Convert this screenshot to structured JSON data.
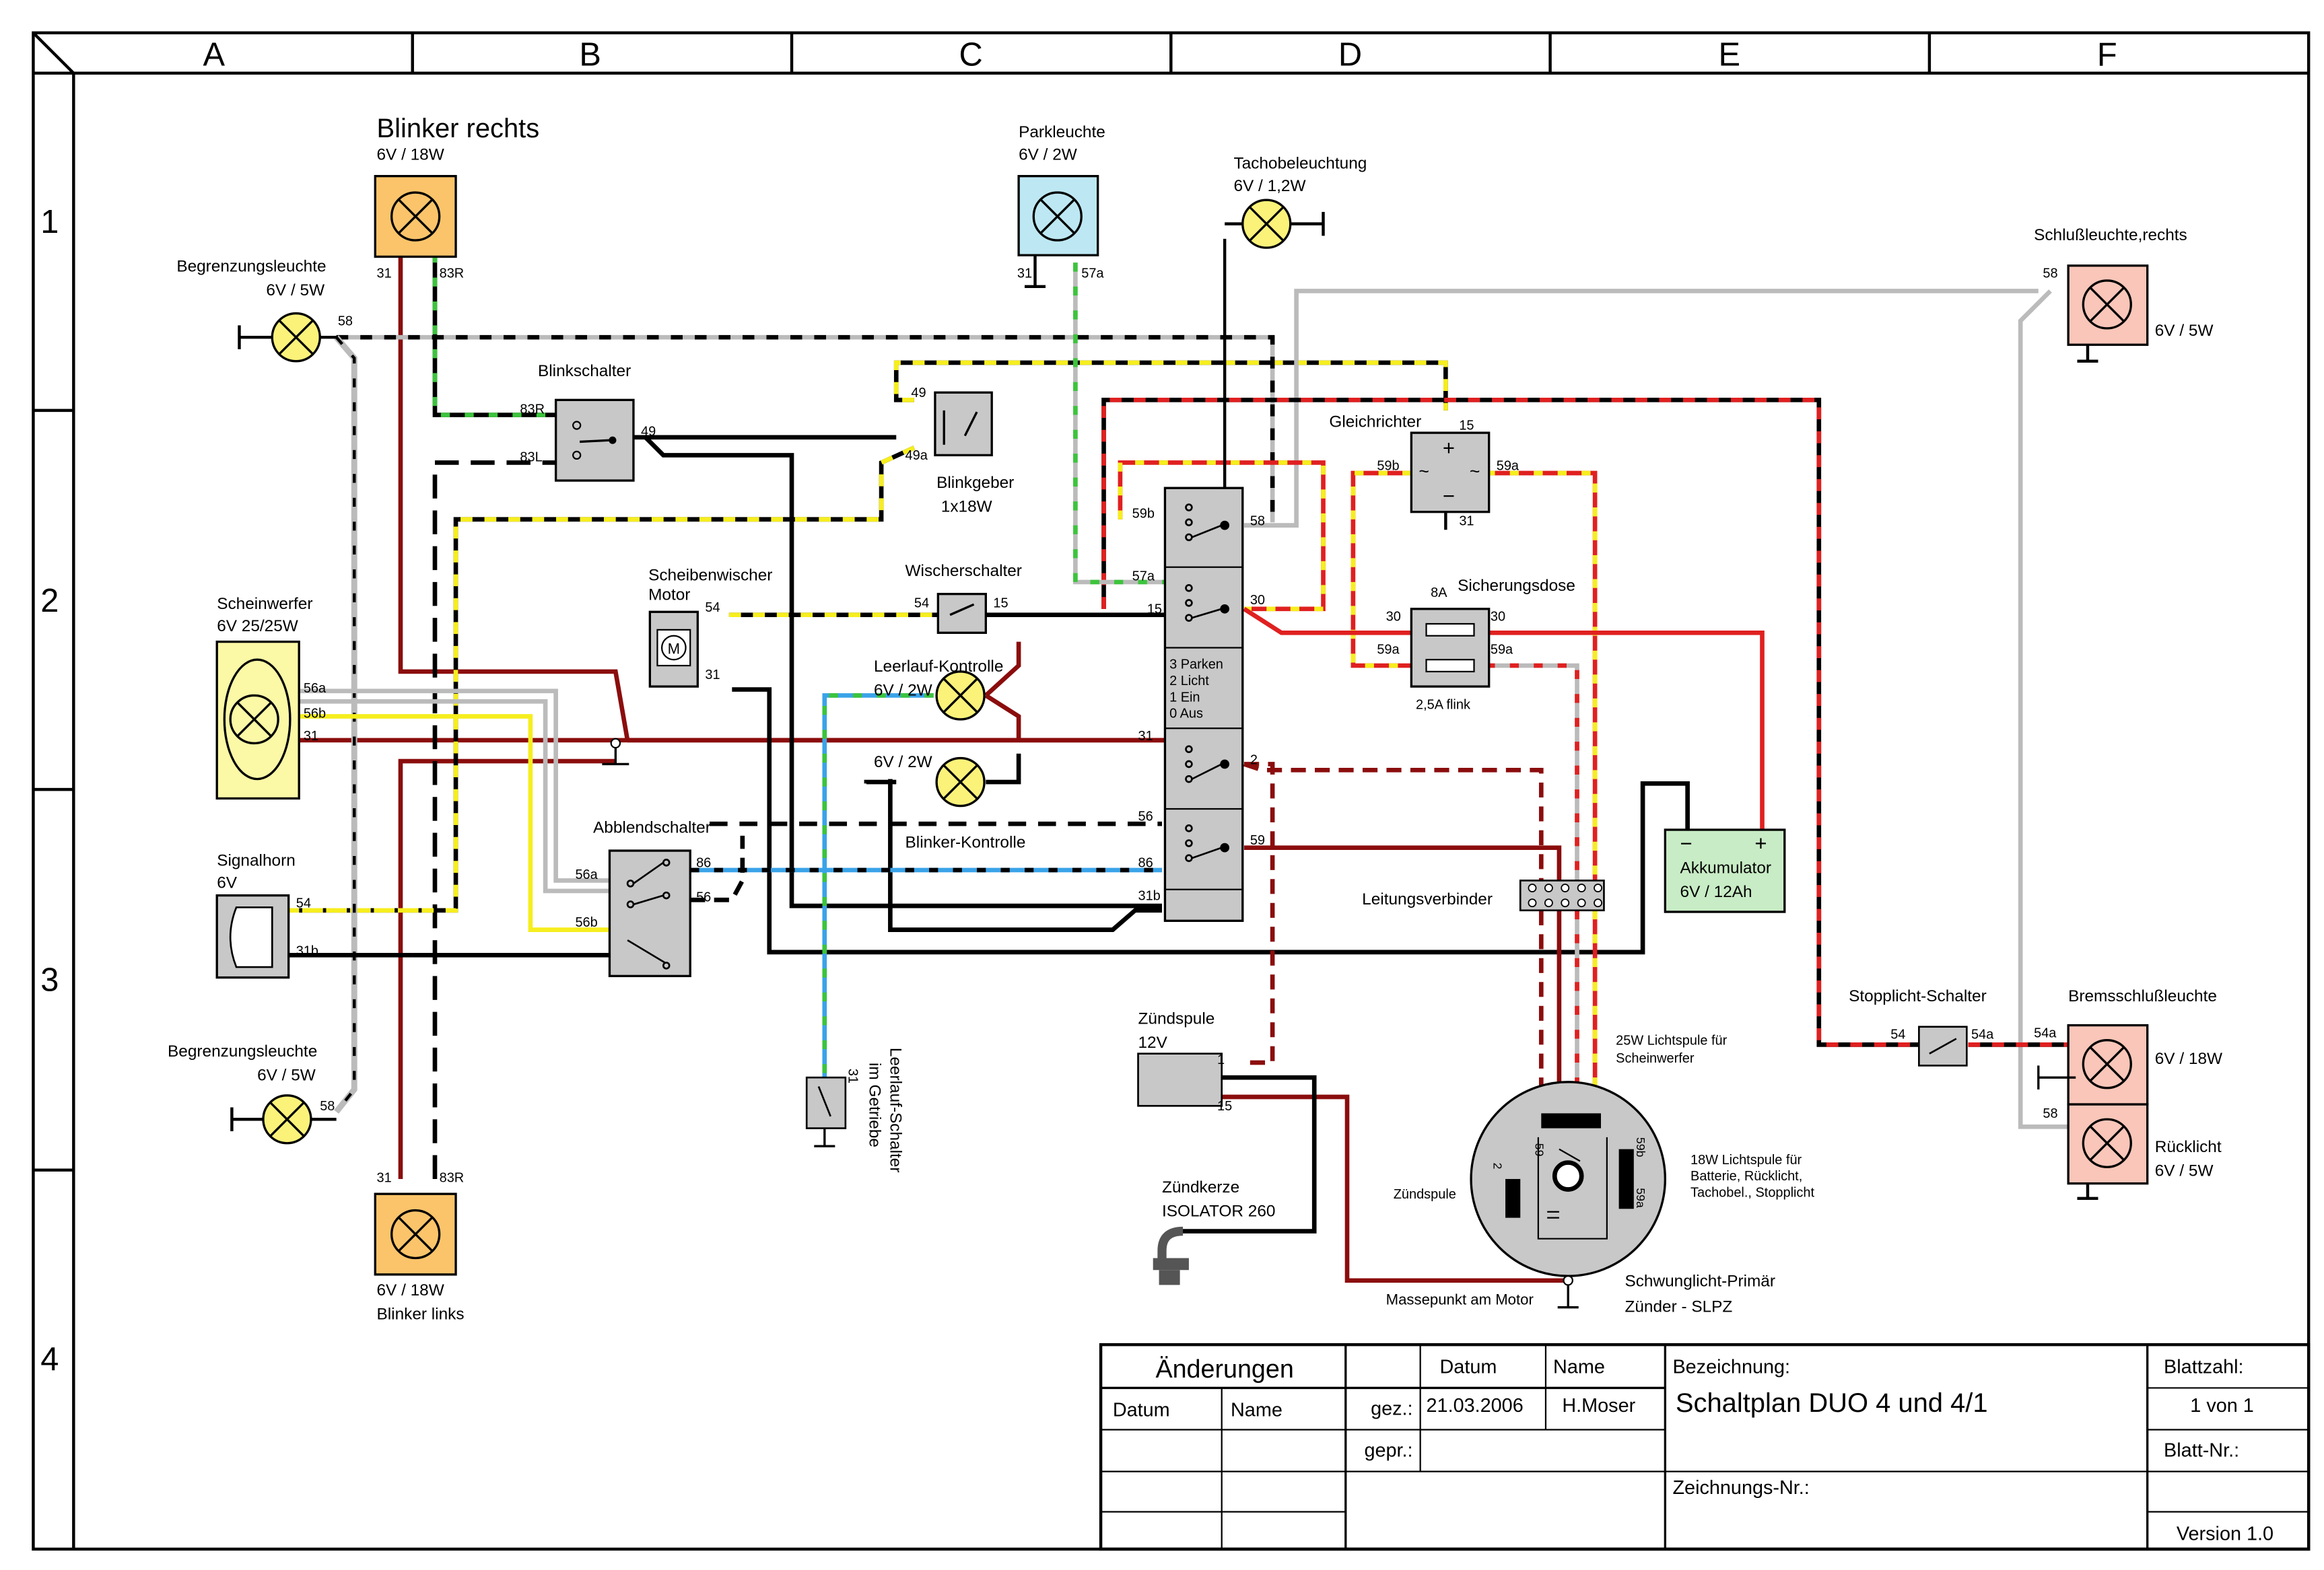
{
  "columns": [
    "A",
    "B",
    "C",
    "D",
    "E",
    "F"
  ],
  "rows": [
    "1",
    "2",
    "3",
    "4"
  ],
  "components": {
    "blinker_rechts": {
      "name": "Blinker rechts",
      "rating": "6V / 18W",
      "p1": "31",
      "p2": "83R",
      "color": "#fbc46a"
    },
    "blinker_links": {
      "name": "Blinker links",
      "rating": "6V / 18W",
      "p1": "31",
      "p2": "83R",
      "color": "#fbc46a"
    },
    "begrenzung_oben": {
      "name": "Begrenzungsleuchte",
      "rating": "6V / 5W",
      "pin": "58"
    },
    "begrenzung_unten": {
      "name": "Begrenzungsleuchte",
      "rating": "6V / 5W",
      "pin": "58"
    },
    "parkleuchte": {
      "name": "Parkleuchte",
      "rating": "6V / 2W",
      "p1": "31",
      "p2": "57a",
      "color": "#bde8f3"
    },
    "tachobeleuchtung": {
      "name": "Tachobeleuchtung",
      "rating": "6V / 1,2W"
    },
    "schlussleuchte": {
      "name": "Schlußleuchte,rechts",
      "rating": "6V / 5W",
      "pin": "58",
      "color": "#f9c6b9"
    },
    "blinkschalter": {
      "name": "Blinkschalter",
      "p1": "83R",
      "p2": "83L",
      "p3": "49"
    },
    "blinkgeber": {
      "name": "Blinkgeber",
      "rating": "1x18W",
      "p1": "49",
      "p2": "49a"
    },
    "gleichrichter": {
      "name": "Gleichrichter",
      "p15": "15",
      "p31": "31",
      "p59b": "59b",
      "p59a": "59a"
    },
    "scheinwerfer": {
      "name": "Scheinwerfer",
      "rating": "6V 25/25W",
      "p1": "56a",
      "p2": "56b",
      "p3": "31",
      "color": "#fbf8a6"
    },
    "wischer_motor": {
      "name": "Scheibenwischer",
      "name2": "Motor",
      "symbol": "M",
      "p1": "54",
      "p2": "31"
    },
    "wischerschalter": {
      "name": "Wischerschalter",
      "p1": "54",
      "p2": "15"
    },
    "leerlauf_kontrolle": {
      "name": "Leerlauf-Kontrolle",
      "rating": "6V / 2W"
    },
    "blinker_kontrolle": {
      "name": "Blinker-Kontrolle",
      "rating": "6V / 2W"
    },
    "zuendschloss": {
      "pins": [
        "59b",
        "58",
        "57a",
        "15",
        "30",
        "31",
        "2",
        "56",
        "59",
        "86",
        "31b"
      ],
      "legend": [
        "3 Parken",
        "2 Licht",
        "1 Ein",
        "0 Aus"
      ]
    },
    "sicherungsdose": {
      "name": "Sicherungsdose",
      "rating": "8A",
      "rating2": "2,5A flink",
      "p30": "30",
      "p59a": "59a"
    },
    "signalhorn": {
      "name": "Signalhorn",
      "rating": "6V",
      "p1": "54",
      "p2": "31b"
    },
    "abblendschalter": {
      "name": "Abblendschalter",
      "p56a": "56a",
      "p56b": "56b",
      "p86": "86",
      "p56": "56"
    },
    "akkumulator": {
      "name": "Akkumulator",
      "rating": "6V / 12Ah",
      "minus": "−",
      "plus": "+",
      "color": "#c8ecc5"
    },
    "leitungsverbinder": {
      "name": "Leitungsverbinder"
    },
    "leerlauf_schalter": {
      "line1": "Leerlauf-Schalter",
      "line2": "im Getriebe",
      "pin": "31"
    },
    "zuendspule": {
      "name": "Zündspule",
      "rating": "12V",
      "p1": "1",
      "p2": "15"
    },
    "zuendkerze": {
      "name": "Zündkerze",
      "model": "ISOLATOR 260"
    },
    "schwunglicht": {
      "lichtspule25_1": "25W Lichtspule für",
      "lichtspule25_2": "Scheinwerfer",
      "lichtspule18_1": "18W Lichtspule für",
      "lichtspule18_2": "Batterie, Rücklicht,",
      "lichtspule18_3": "Tachobel., Stopplicht",
      "zuendspule": "Zündspule",
      "name1": "Schwunglicht-Primär",
      "name2": "Zünder - SLPZ",
      "p59": "59",
      "p2": "2",
      "p59b": "59b",
      "p59a": "59a"
    },
    "masse": {
      "name": "Massepunkt am Motor"
    },
    "stopplicht_schalter": {
      "name": "Stopplicht-Schalter",
      "p1": "54",
      "p2": "54a"
    },
    "bremsschluss": {
      "name": "Bremsschlußleuchte",
      "rating": "6V / 18W",
      "pin": "54a",
      "color": "#f9c6b9"
    },
    "ruecklicht": {
      "name": "Rücklicht",
      "rating": "6V / 5W",
      "pin": "58",
      "color": "#f9c6b9"
    }
  },
  "title_block": {
    "aenderungen": "Änderungen",
    "datum_h": "Datum",
    "name_h": "Name",
    "datum_col": "Datum",
    "name_col": "Name",
    "gez": "gez.:",
    "gepr": "gepr.:",
    "gez_date": "21.03.2006",
    "gez_name": "H.Moser",
    "bezeichnung": "Bezeichnung:",
    "title": "Schaltplan DUO 4 und 4/1",
    "zeichnungs_nr": "Zeichnungs-Nr.:",
    "blattzahl": "Blattzahl:",
    "blattzahl_val": "1 von 1",
    "blatt_nr": "Blatt-Nr.:",
    "version": "Version 1.0"
  }
}
